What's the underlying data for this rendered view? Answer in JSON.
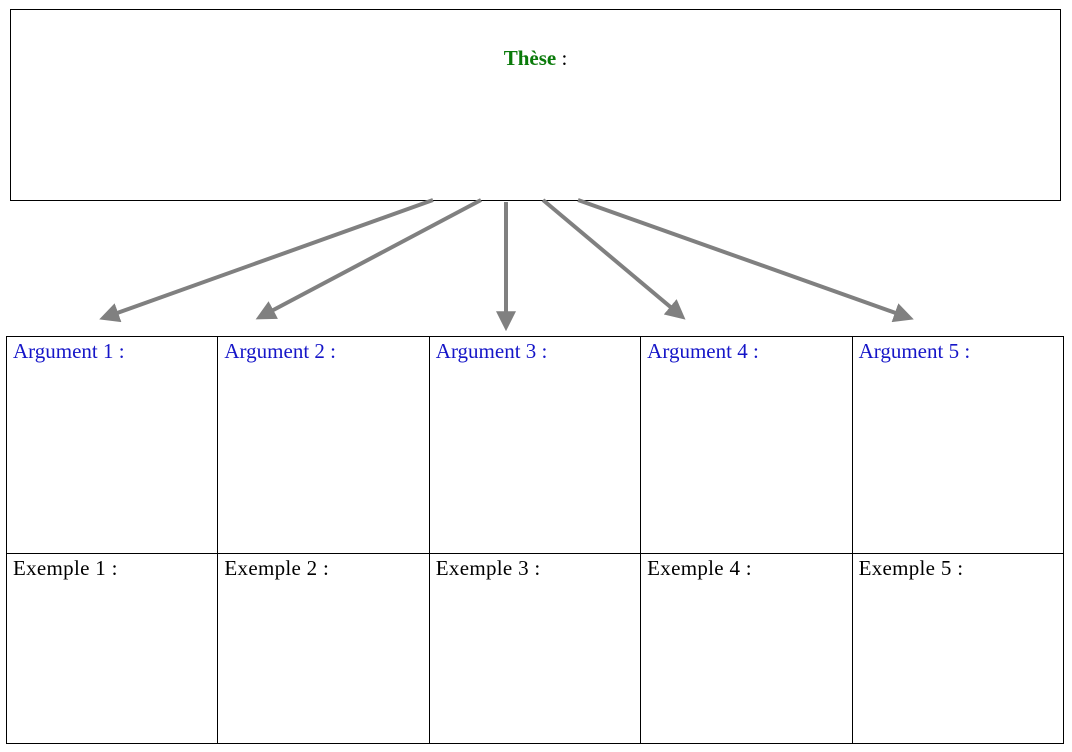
{
  "these": {
    "label": "Thèse",
    "suffix": " :",
    "label_color": "#0a7a0a"
  },
  "arguments": [
    {
      "label": "Argument 1 :"
    },
    {
      "label": "Argument 2 :"
    },
    {
      "label": "Argument 3 :"
    },
    {
      "label": "Argument 4 :"
    },
    {
      "label": "Argument 5 :"
    }
  ],
  "examples": [
    {
      "label": "Exemple  1 :"
    },
    {
      "label": "Exemple  2 :"
    },
    {
      "label": "Exemple  3 :"
    },
    {
      "label": "Exemple  4 :"
    },
    {
      "label": "Exemple  5 :"
    }
  ],
  "colors": {
    "argument_text": "#1515c8",
    "arrow": "#808080",
    "border": "#000000"
  }
}
